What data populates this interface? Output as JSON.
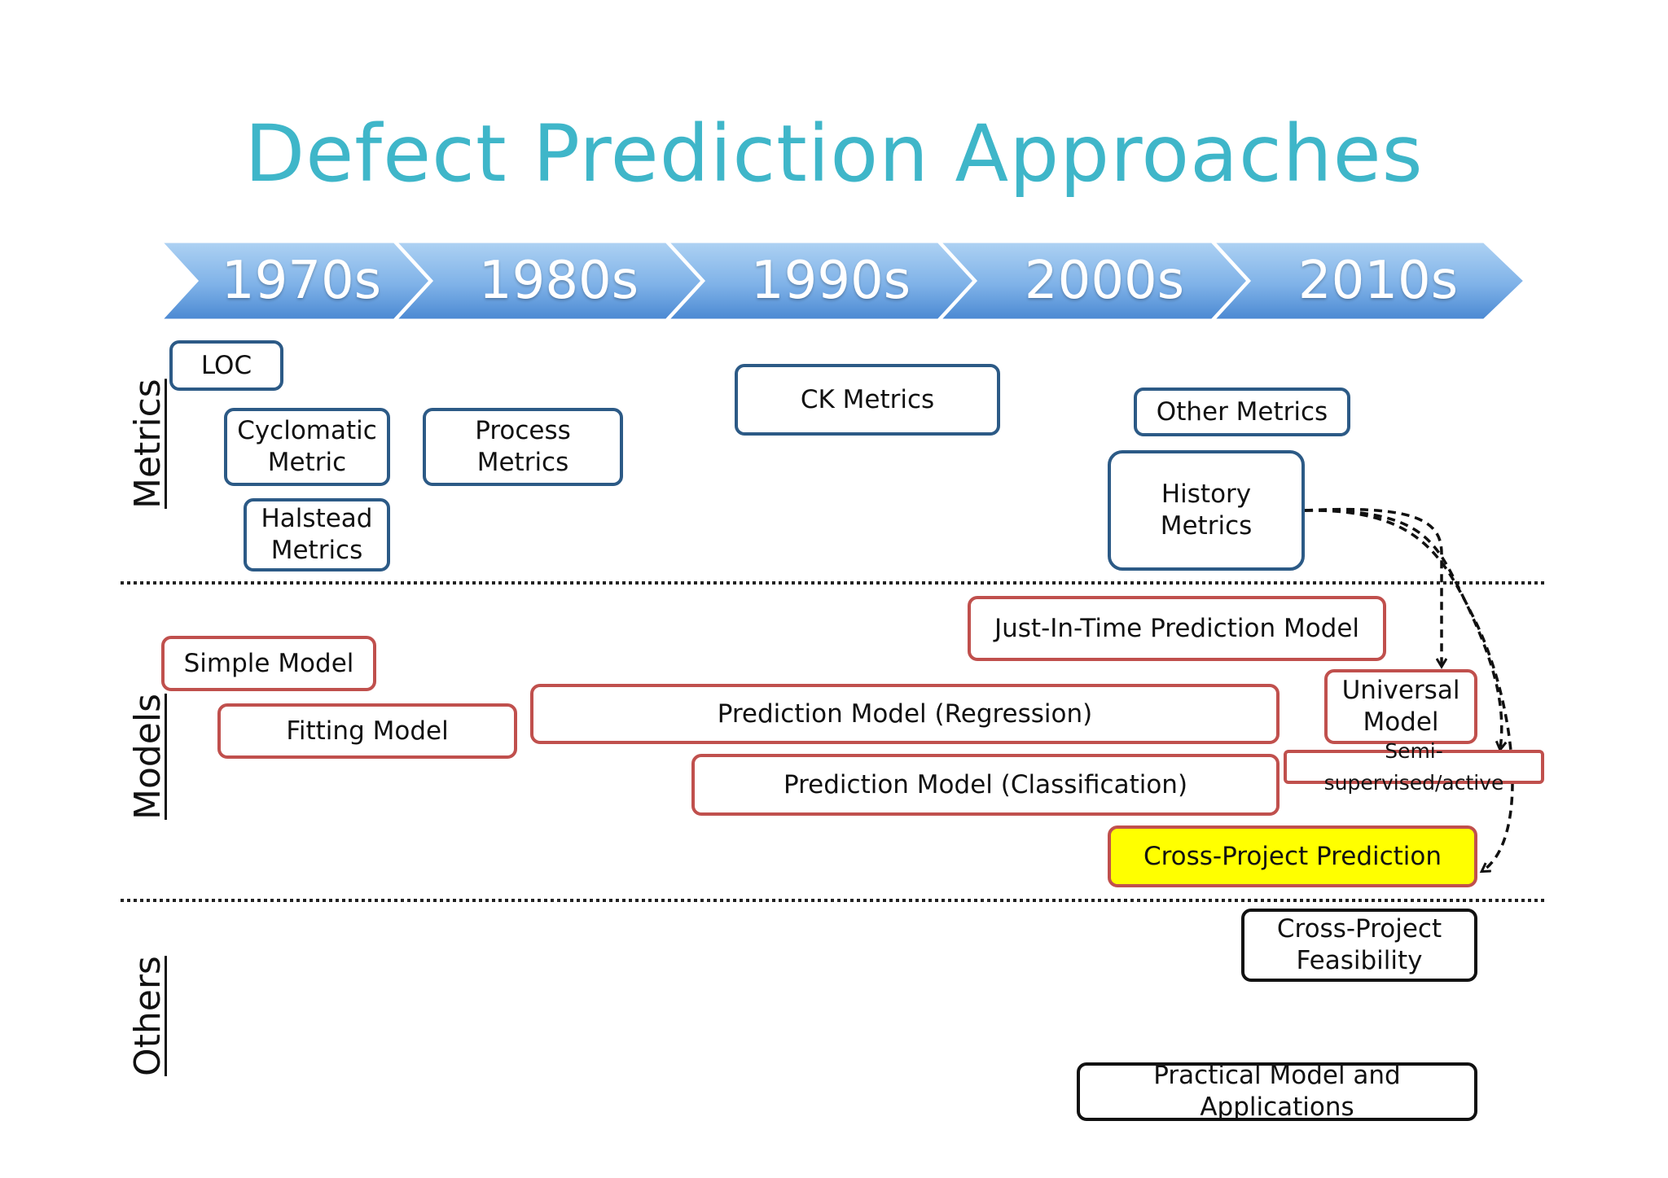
{
  "title": "Defect Prediction Approaches",
  "timeline": [
    "1970s",
    "1980s",
    "1990s",
    "2000s",
    "2010s"
  ],
  "sections": {
    "metrics": "Metrics",
    "models": "Models",
    "others": "Others"
  },
  "metrics": {
    "loc": "LOC",
    "cyclomatic": "Cyclomatic\nMetric",
    "halstead": "Halstead\nMetrics",
    "process": "Process\nMetrics",
    "ck": "CK Metrics",
    "other": "Other Metrics",
    "history": "History\nMetrics"
  },
  "models": {
    "simple": "Simple Model",
    "fitting": "Fitting Model",
    "jit": "Just-In-Time Prediction Model",
    "regression": "Prediction Model (Regression)",
    "universal": "Universal\nModel",
    "semi": "Semi-supervised/active",
    "classification": "Prediction Model (Classification)",
    "cross_project": "Cross-Project Prediction"
  },
  "others": {
    "feasibility": "Cross-Project\nFeasibility",
    "practical": "Practical Model and Applications"
  },
  "colors": {
    "title": "#3fb6c9",
    "metric_border": "#2c5a86",
    "model_border": "#c0504d",
    "other_border": "#111111",
    "highlight": "#ffff00",
    "arrow_top": "#a9cdf0",
    "arrow_bottom": "#4a8ad4"
  }
}
